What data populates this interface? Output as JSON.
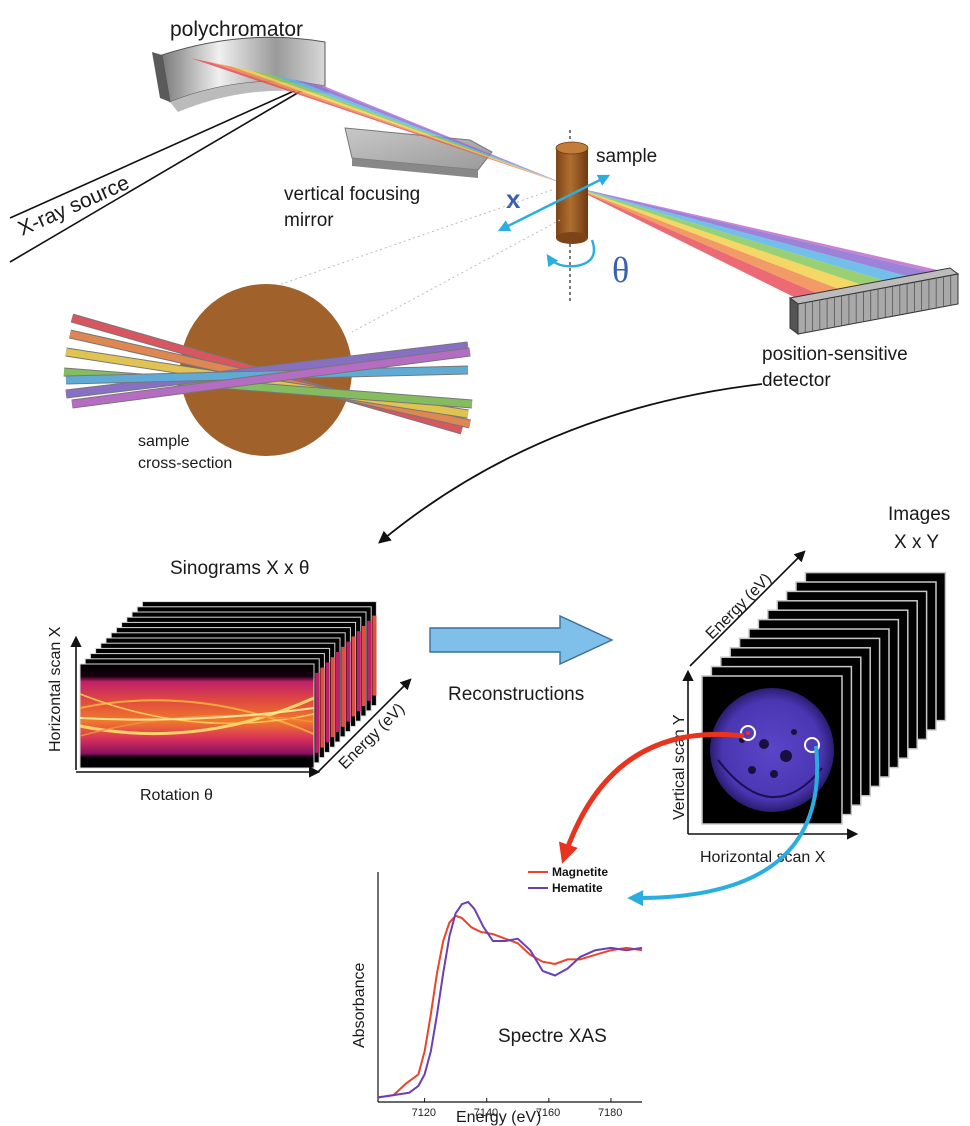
{
  "labels": {
    "polychromator": "polychromator",
    "xray_source": "X-ray source",
    "mirror_line1": "vertical focusing",
    "mirror_line2": "mirror",
    "sample": "sample",
    "x_symbol": "x",
    "theta_symbol": "θ",
    "detector_line1": "position-sensitive",
    "detector_line2": "detector",
    "cross_line1": "sample",
    "cross_line2": "cross-section",
    "sinograms_title": "Sinograms X x θ",
    "horizontal_scan_x_vert": "Horizontal scan X",
    "rotation": "Rotation θ",
    "energy_sino": "Energy (eV)",
    "reconstructions": "Reconstructions",
    "images_line1": "Images",
    "images_line2": "X x Y",
    "energy_images": "Energy (eV)",
    "vertical_scan_y": "Vertical scan Y",
    "horizontal_scan_x": "Horizontal scan X"
  },
  "colors": {
    "beam": [
      "#e8505a",
      "#f08a4b",
      "#f2d04a",
      "#86c85a",
      "#5ab4e6",
      "#8a6fd0",
      "#c06ad0"
    ],
    "sample_brown": "#9a5a22",
    "sample_light": "#c07a35",
    "arrow_cyan": "#2aaee0",
    "arrow_red": "#e8341f",
    "reconstruction_arrow": "#6fb8e6",
    "magnetite": "#e8452a",
    "hematite": "#6a3fb5",
    "recon_purple": "#5a3fc0"
  },
  "chart_data": {
    "type": "line",
    "title": "Spectre XAS",
    "xlabel": "Energy (eV)",
    "ylabel": "Absorbance",
    "xlim": [
      7105,
      7190
    ],
    "x_ticks": [
      7120,
      7140,
      7160,
      7180
    ],
    "legend_placement": "top-left outside",
    "series": [
      {
        "name": "Magnetite",
        "color": "#e8452a",
        "x": [
          7105,
          7110,
          7114,
          7118,
          7120,
          7122,
          7124,
          7126,
          7128,
          7130,
          7132,
          7135,
          7138,
          7142,
          7146,
          7150,
          7154,
          7158,
          7162,
          7166,
          7170,
          7175,
          7180,
          7185,
          7190
        ],
        "y": [
          0.02,
          0.03,
          0.08,
          0.12,
          0.22,
          0.38,
          0.56,
          0.7,
          0.78,
          0.81,
          0.8,
          0.76,
          0.74,
          0.73,
          0.71,
          0.69,
          0.64,
          0.61,
          0.6,
          0.62,
          0.62,
          0.64,
          0.66,
          0.67,
          0.66
        ]
      },
      {
        "name": "Hematite",
        "color": "#6a3fb5",
        "x": [
          7105,
          7110,
          7115,
          7118,
          7120,
          7122,
          7124,
          7126,
          7128,
          7130,
          7132,
          7134,
          7136,
          7139,
          7142,
          7146,
          7150,
          7154,
          7158,
          7162,
          7166,
          7170,
          7175,
          7180,
          7185,
          7190
        ],
        "y": [
          0.02,
          0.03,
          0.04,
          0.07,
          0.12,
          0.22,
          0.38,
          0.56,
          0.72,
          0.82,
          0.86,
          0.87,
          0.84,
          0.76,
          0.7,
          0.7,
          0.71,
          0.66,
          0.57,
          0.55,
          0.58,
          0.63,
          0.66,
          0.67,
          0.66,
          0.67
        ]
      }
    ]
  }
}
